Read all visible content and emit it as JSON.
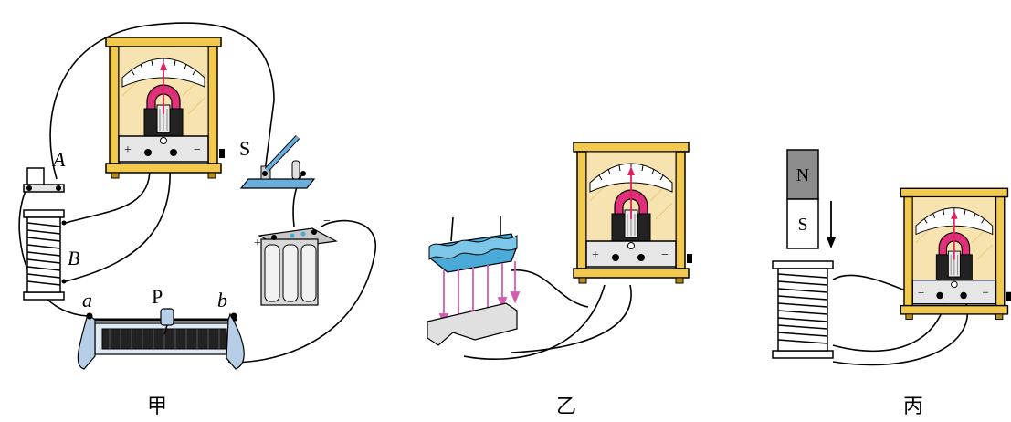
{
  "labels": {
    "jia": "甲",
    "yi": "乙",
    "bing": "丙",
    "switch_S": "S",
    "terminal_A": "A",
    "terminal_B": "B",
    "rheostat_a": "a",
    "rheostat_b": "b",
    "slider_P": "P",
    "magnet_N": "N",
    "magnet_S": "S",
    "battery_plus": "+",
    "battery_minus": "−",
    "meter_plus": "+",
    "meter_minus": "−"
  },
  "colors": {
    "wood": "#f2c94c",
    "wood_dark": "#b88a1a",
    "panel_cream": "#f7e3b0",
    "magnet_pink": "#e0307a",
    "needle": "#e02060",
    "field_arrows": "#d45cb0",
    "magnet_blue": "#4aaad8",
    "switch_blue": "#6aaedc",
    "battery_gray": "#d8d8d8",
    "magnet_N_fill": "#8c8c8c",
    "wire": "#000000"
  }
}
